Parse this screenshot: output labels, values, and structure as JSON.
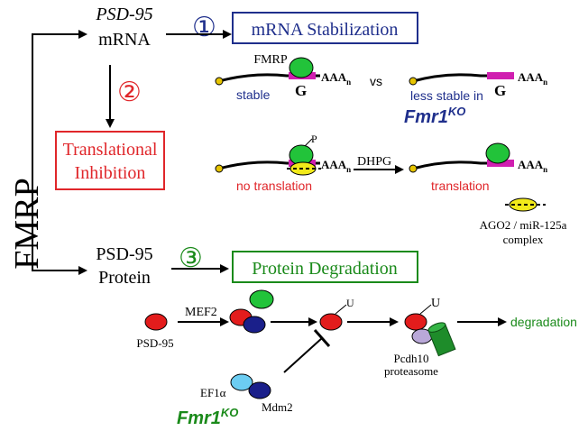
{
  "colors": {
    "blue_box": "#1f2f8c",
    "red_box": "#e0262a",
    "green_box": "#1a8a1a",
    "fmrp_green": "#22c33a",
    "g_pink": "#d01fb0",
    "red_protein": "#e31c1c",
    "navy_protein": "#1a1f8a",
    "lavender": "#b9a8d8",
    "yellow": "#f2ea1a",
    "light_blue": "#6ccdf2"
  },
  "root": {
    "label": "FMRP"
  },
  "branch1": {
    "source_line1": "PSD-95",
    "source_line2": "mRNA",
    "number": "①",
    "box_label": "mRNA Stabilization",
    "fmrp_label": "FMRP",
    "g_label": "G",
    "poly_a": "AAA",
    "poly_a_sub": "n",
    "stable_label": "stable",
    "vs_label": "vs",
    "less_stable_label": "less stable in",
    "fmr1_base": "Fmr1",
    "fmr1_sup": "KO"
  },
  "branch2": {
    "number": "②",
    "box_line1": "Translational",
    "box_line2": "Inhibition",
    "p_label": "P",
    "poly_a": "AAA",
    "poly_a_sub": "n",
    "dhpg_label": "DHPG",
    "no_translation_label": "no translation",
    "translation_label": "translation",
    "ago_line1": "AGO2 / miR-125a",
    "ago_line2": "complex"
  },
  "branch3": {
    "source_line1": "PSD-95",
    "source_line2": "Protein",
    "number": "③",
    "box_label": "Protein Degradation",
    "psd95_label": "PSD-95",
    "mef2_label": "MEF2",
    "u_label_1": "U",
    "u_label_2": "U",
    "degradation_label": "degradation",
    "pcdh10_label": "Pcdh10",
    "proteasome_label": "proteasome",
    "ef1a_label": "EF1α",
    "mdm2_label": "Mdm2",
    "fmr1_base": "Fmr1",
    "fmr1_sup": "KO"
  }
}
